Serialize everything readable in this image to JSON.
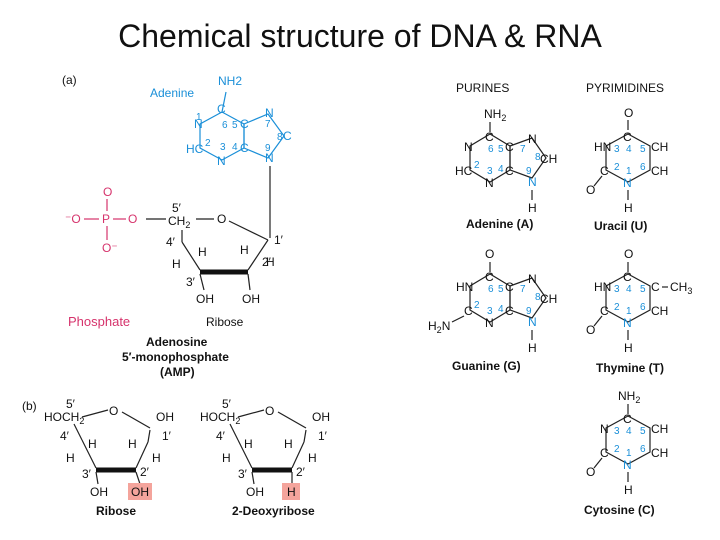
{
  "title": "Chemical structure of DNA & RNA",
  "part_a": "(a)",
  "part_b": "(b)",
  "adenosine": {
    "adenine_label": "Adenine",
    "nh2": "NH2",
    "phosphate_label": "Phosphate",
    "ribose_label": "Ribose",
    "amp_line1": "Adenosine",
    "amp_line2": "5′-monophosphate",
    "amp_line3": "(AMP)"
  },
  "purines_header": "PURINES",
  "pyrimidines_header": "PYRIMIDINES",
  "bases": {
    "adenine": "Adenine (A)",
    "uracil": "Uracil (U)",
    "guanine": "Guanine (G)",
    "thymine": "Thymine (T)",
    "cytosine": "Cytosine (C)"
  },
  "sugars": {
    "ribose": "Ribose",
    "deoxyribose": "2-Deoxyribose"
  },
  "colors": {
    "blue": "#1a8fd8",
    "pink": "#d6336c",
    "highlight": "#f4a49c"
  }
}
